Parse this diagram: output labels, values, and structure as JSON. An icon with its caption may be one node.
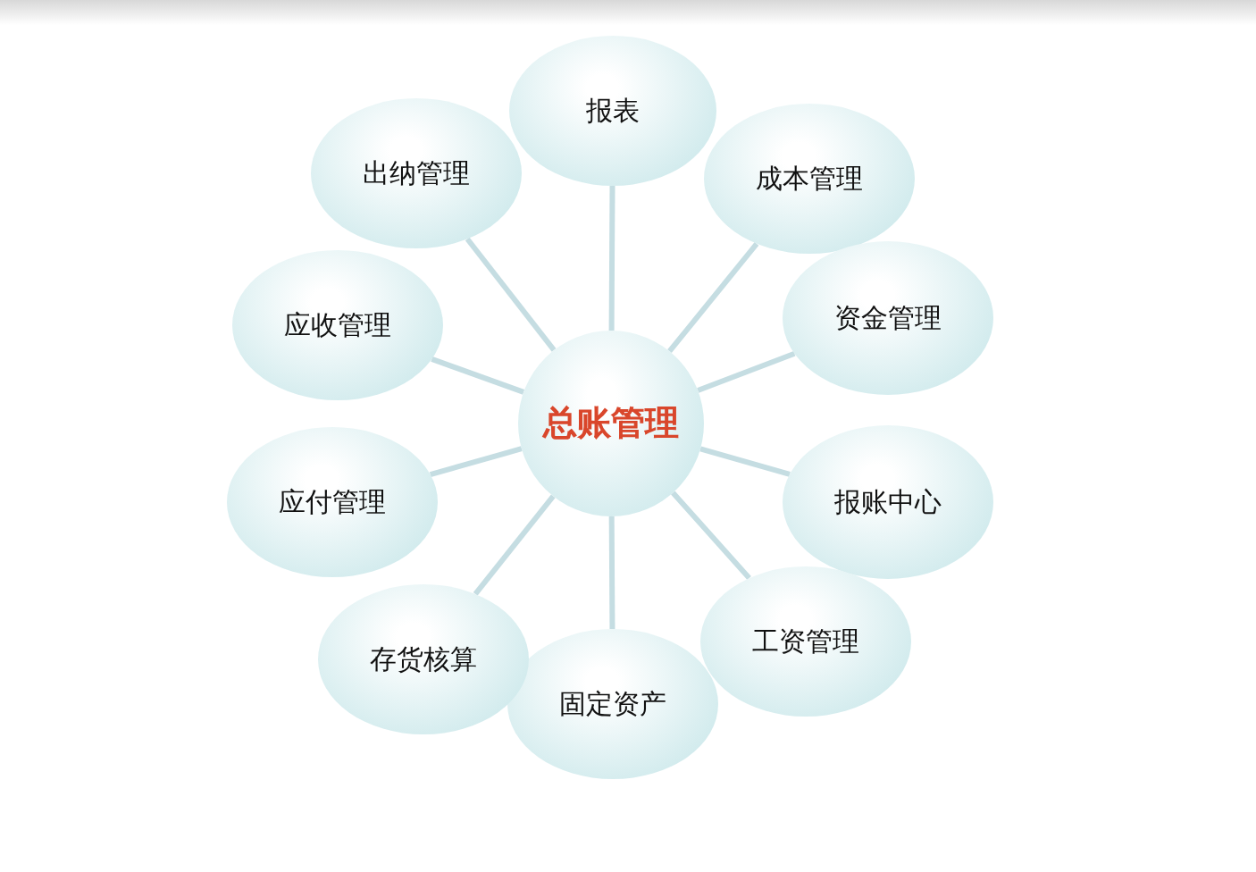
{
  "diagram": {
    "nodes": [
      {
        "text": [
          "总账管理"
        ]
      },
      {
        "text": [
          "报表"
        ]
      },
      {
        "text": [
          "成本管理"
        ]
      },
      {
        "text": [
          "资金管理"
        ]
      },
      {
        "text": [
          "报账中心"
        ]
      },
      {
        "text": [
          "工资管理"
        ]
      },
      {
        "text": [
          "固定资产"
        ]
      },
      {
        "text": [
          "存货核算"
        ]
      },
      {
        "text": [
          "应付管理"
        ]
      },
      {
        "text": [
          "应收管理"
        ]
      },
      {
        "text": [
          "出纳管理"
        ]
      }
    ],
    "edges": [
      {
        "from": 0,
        "to": 1,
        "arrow": "none"
      },
      {
        "from": 0,
        "to": 2,
        "arrow": "none"
      },
      {
        "from": 0,
        "to": 3,
        "arrow": "none"
      },
      {
        "from": 0,
        "to": 4,
        "arrow": "none"
      },
      {
        "from": 0,
        "to": 5,
        "arrow": "none"
      },
      {
        "from": 0,
        "to": 6,
        "arrow": "none"
      },
      {
        "from": 0,
        "to": 7,
        "arrow": "none"
      },
      {
        "from": 0,
        "to": 8,
        "arrow": "none"
      },
      {
        "from": 0,
        "to": 9,
        "arrow": "none"
      },
      {
        "from": 0,
        "to": 10,
        "arrow": "none"
      }
    ]
  }
}
